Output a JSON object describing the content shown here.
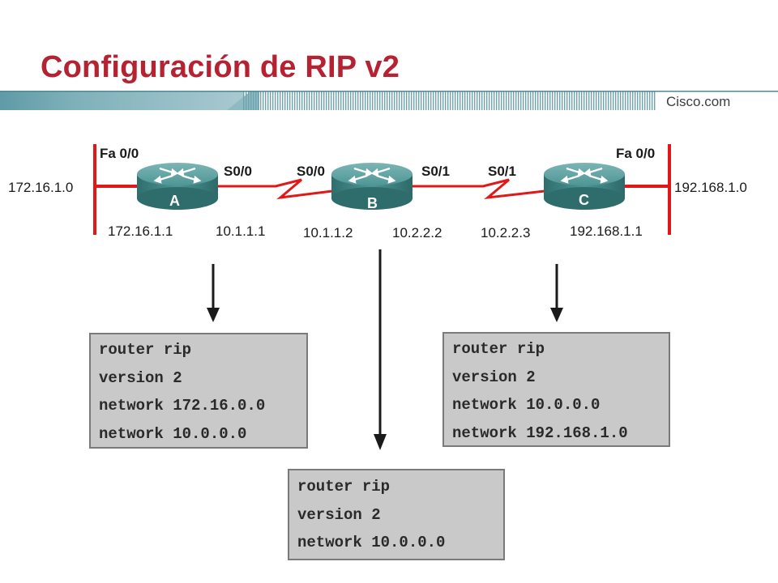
{
  "slide": {
    "title": "Configuración de RIP v2",
    "brand": "Cisco.com"
  },
  "colors": {
    "title": "#b52232",
    "link": "#e01818",
    "banner_teal": "#5f9aa6",
    "config_bg": "#c9c9c9",
    "router_body": "#3f8a8a"
  },
  "topology": {
    "networks": {
      "left": "172.16.1.0",
      "right": "192.168.1.0"
    },
    "routers": [
      {
        "name": "A",
        "interfaces": {
          "fa": "Fa 0/0",
          "s": "S0/0"
        },
        "ips": {
          "fa": "172.16.1.1",
          "s": "10.1.1.1"
        }
      },
      {
        "name": "B",
        "interfaces": {
          "s_left": "S0/0",
          "s_right": "S0/1"
        },
        "ips": {
          "s_left": "10.1.1.2",
          "s_right": "10.2.2.2"
        }
      },
      {
        "name": "C",
        "interfaces": {
          "s": "S0/1",
          "fa": "Fa 0/0"
        },
        "ips": {
          "s": "10.2.2.3",
          "fa": "192.168.1.1"
        }
      }
    ]
  },
  "configs": {
    "a": [
      "router rip",
      "version 2",
      "network 172.16.0.0",
      "network 10.0.0.0"
    ],
    "c": [
      "router rip",
      "version 2",
      "network 10.0.0.0",
      "network 192.168.1.0"
    ],
    "b": [
      "router rip",
      "version 2",
      "network 10.0.0.0"
    ]
  },
  "icons": {
    "router": "router-icon",
    "serial": "serial-link-icon",
    "arrow": "down-arrow-icon"
  }
}
